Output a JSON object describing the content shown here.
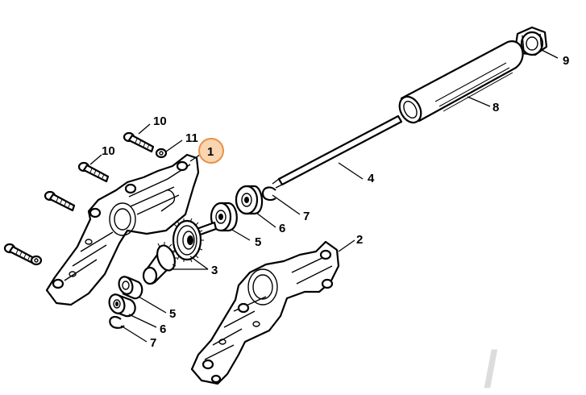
{
  "callouts": [
    {
      "id": "c10a",
      "label": "10"
    },
    {
      "id": "c11",
      "label": "11"
    },
    {
      "id": "c1",
      "label": "1",
      "highlighted": true
    },
    {
      "id": "c10b",
      "label": "10"
    },
    {
      "id": "c9",
      "label": "9"
    },
    {
      "id": "c8",
      "label": "8"
    },
    {
      "id": "c4",
      "label": "4"
    },
    {
      "id": "c7a",
      "label": "7"
    },
    {
      "id": "c6a",
      "label": "6"
    },
    {
      "id": "c5a",
      "label": "5"
    },
    {
      "id": "c3",
      "label": "3"
    },
    {
      "id": "c2",
      "label": "2"
    },
    {
      "id": "c5b",
      "label": "5"
    },
    {
      "id": "c6b",
      "label": "6"
    },
    {
      "id": "c7b",
      "label": "7"
    }
  ],
  "colors": {
    "highlight_fill": "#f9d6b0",
    "highlight_stroke": "#e8914a",
    "line": "#000000",
    "background": "#ffffff"
  }
}
